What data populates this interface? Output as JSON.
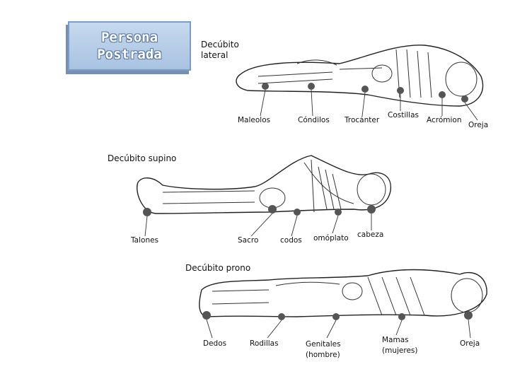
{
  "title": "Persona\nPostrada",
  "sections": {
    "lateral": {
      "title": "Decúbito\nlateral",
      "labels": [
        "Maleolos",
        "Cóndilos",
        "Trocánter",
        "Costillas",
        "Acrómion",
        "Oreja"
      ]
    },
    "supino": {
      "title": "Decúbito supino",
      "labels": [
        "Talones",
        "Sacro",
        "codos",
        "omóplato",
        "cabeza"
      ]
    },
    "prono": {
      "title": "Decúbito prono",
      "labels": [
        "Dedos",
        "Rodillas",
        "Genitales\n(hombre)",
        "Mamas\n(mujeres)",
        "Oreja"
      ]
    }
  },
  "colors": {
    "title_bg": "#b9cfe9",
    "title_border": "#7b9cc6",
    "title_text": "#ffffff"
  }
}
